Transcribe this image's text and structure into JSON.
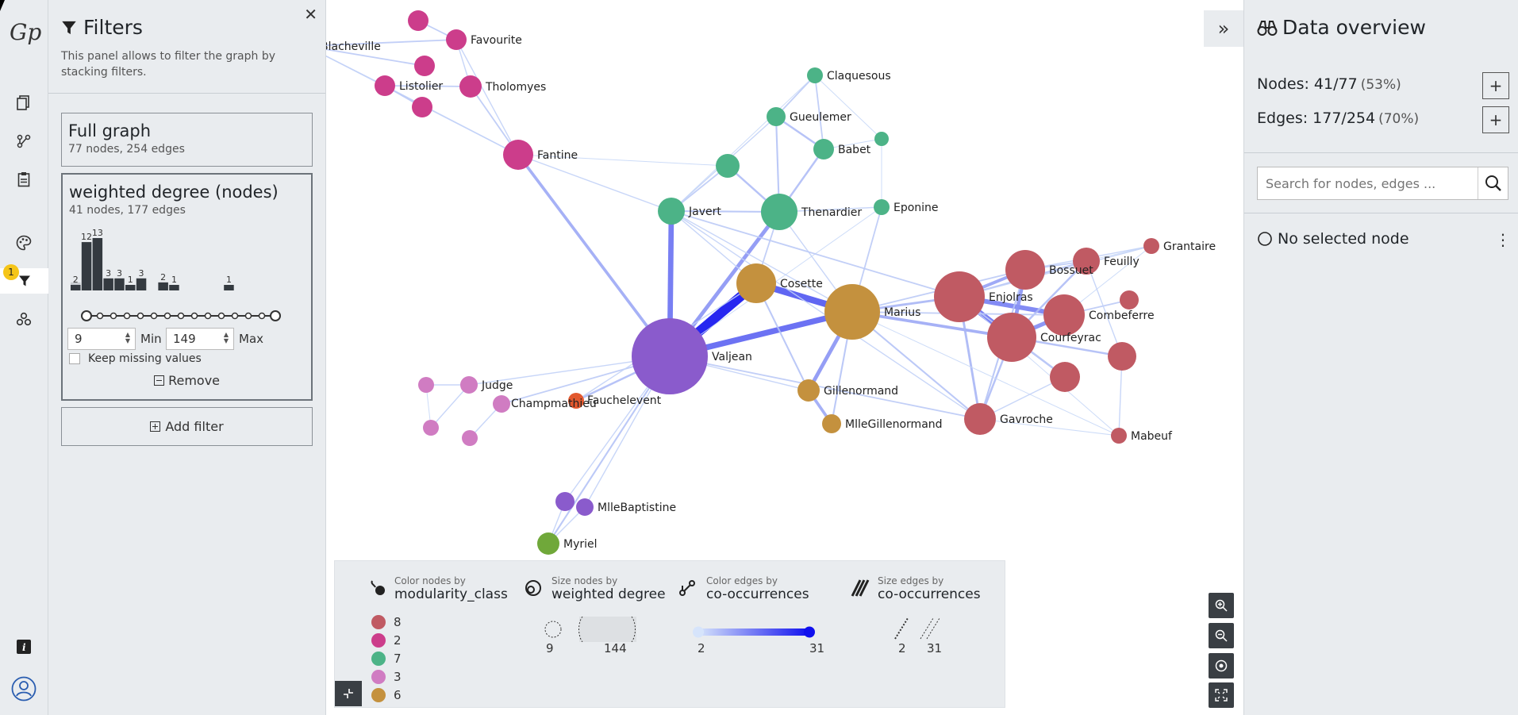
{
  "filters": {
    "title": "Filters",
    "description": "This panel allows to filter the graph by stacking filters.",
    "full_graph": {
      "title": "Full graph",
      "subtitle": "77 nodes, 254 edges"
    },
    "weighted_degree": {
      "title": "weighted degree (nodes)",
      "subtitle": "41 nodes, 177 edges",
      "histogram": [
        {
          "value": 2,
          "label": "2",
          "muted": true
        },
        {
          "value": 12,
          "label": "12"
        },
        {
          "value": 13,
          "label": "13"
        },
        {
          "value": 3,
          "label": "3"
        },
        {
          "value": 3,
          "label": "3"
        },
        {
          "value": 1,
          "label": "1"
        },
        {
          "value": 3,
          "label": "3"
        },
        {
          "value": 0,
          "label": ""
        },
        {
          "value": 2,
          "label": "2"
        },
        {
          "value": 1,
          "label": "1"
        },
        {
          "value": 0,
          "label": ""
        },
        {
          "value": 0,
          "label": ""
        },
        {
          "value": 0,
          "label": ""
        },
        {
          "value": 0,
          "label": ""
        },
        {
          "value": 1,
          "label": "1"
        }
      ],
      "min_value": "9",
      "max_value": "149",
      "min_label": "Min",
      "max_label": "Max",
      "keep_missing": "Keep missing values",
      "remove": "Remove"
    },
    "add_filter": "Add filter"
  },
  "rail": {
    "badge": "1",
    "info": "i"
  },
  "graph": {
    "colors": {
      "8": "#c05a63",
      "2": "#cc3d8b",
      "7": "#4cb387",
      "3": "#d07cc2",
      "6": "#c4913e",
      "5": "#8a5bcc",
      "1": "#70a83a",
      "4": "#e2582e"
    },
    "nodes": [
      {
        "id": "Blacheville",
        "label": "Blacheville",
        "r": 13,
        "cls": "2"
      },
      {
        "id": "Favourite",
        "label": "Favourite",
        "r": 13,
        "cls": "2"
      },
      {
        "id": "p2a",
        "label": "",
        "r": 13,
        "cls": "2"
      },
      {
        "id": "p2b",
        "label": "",
        "r": 13,
        "cls": "2"
      },
      {
        "id": "Listolier",
        "label": "Listolier",
        "r": 13,
        "cls": "2"
      },
      {
        "id": "Tholomyes",
        "label": "Tholomyes",
        "r": 14,
        "cls": "2"
      },
      {
        "id": "p2c",
        "label": "",
        "r": 13,
        "cls": "2"
      },
      {
        "id": "Fantine",
        "label": "Fantine",
        "r": 19,
        "cls": "2"
      },
      {
        "id": "Claquesous",
        "label": "Claquesous",
        "r": 10,
        "cls": "7"
      },
      {
        "id": "Gueulemer",
        "label": "Gueulemer",
        "r": 12,
        "cls": "7"
      },
      {
        "id": "Babet",
        "label": "Babet",
        "r": 13,
        "cls": "7"
      },
      {
        "id": "g7a",
        "label": "",
        "r": 9,
        "cls": "7"
      },
      {
        "id": "g7b",
        "label": "",
        "r": 15,
        "cls": "7"
      },
      {
        "id": "Javert",
        "label": "Javert",
        "r": 17,
        "cls": "7"
      },
      {
        "id": "Thenardier",
        "label": "Thenardier",
        "r": 23,
        "cls": "7"
      },
      {
        "id": "Eponine",
        "label": "Eponine",
        "r": 10,
        "cls": "7"
      },
      {
        "id": "Cosette",
        "label": "Cosette",
        "r": 25,
        "cls": "6"
      },
      {
        "id": "Marius",
        "label": "Marius",
        "r": 35,
        "cls": "6"
      },
      {
        "id": "Gillenormand",
        "label": "Gillenormand",
        "r": 14,
        "cls": "6"
      },
      {
        "id": "MlleGillenormand",
        "label": "MlleGillenormand",
        "r": 12,
        "cls": "6"
      },
      {
        "id": "Valjean",
        "label": "Valjean",
        "r": 48,
        "cls": "5"
      },
      {
        "id": "MlleBaptistine",
        "label": "MlleBaptistine",
        "r": 11,
        "cls": "5"
      },
      {
        "id": "v5a",
        "label": "",
        "r": 12,
        "cls": "5"
      },
      {
        "id": "Myriel",
        "label": "Myriel",
        "r": 14,
        "cls": "1"
      },
      {
        "id": "Judge",
        "label": "Judge",
        "r": 11,
        "cls": "3"
      },
      {
        "id": "Champmathieu",
        "label": "Champmathieu",
        "r": 11,
        "cls": "3"
      },
      {
        "id": "c3a",
        "label": "",
        "r": 10,
        "cls": "3"
      },
      {
        "id": "c3b",
        "label": "",
        "r": 10,
        "cls": "3"
      },
      {
        "id": "c3c",
        "label": "",
        "r": 10,
        "cls": "3"
      },
      {
        "id": "Fauchelevent",
        "label": "Fauchelevent",
        "r": 10,
        "cls": "4"
      },
      {
        "id": "Enjolras",
        "label": "Enjolras",
        "r": 32,
        "cls": "8"
      },
      {
        "id": "Bossuet",
        "label": "Bossuet",
        "r": 25,
        "cls": "8"
      },
      {
        "id": "Feuilly",
        "label": "Feuilly",
        "r": 17,
        "cls": "8"
      },
      {
        "id": "Grantaire",
        "label": "Grantaire",
        "r": 10,
        "cls": "8"
      },
      {
        "id": "Combeferre",
        "label": "Combeferre",
        "r": 26,
        "cls": "8"
      },
      {
        "id": "Courfeyrac",
        "label": "Courfeyrac",
        "r": 31,
        "cls": "8"
      },
      {
        "id": "r8a",
        "label": "",
        "r": 12,
        "cls": "8"
      },
      {
        "id": "r8b",
        "label": "",
        "r": 18,
        "cls": "8"
      },
      {
        "id": "r8c",
        "label": "",
        "r": 19,
        "cls": "8"
      },
      {
        "id": "Gavroche",
        "label": "Gavroche",
        "r": 20,
        "cls": "8"
      },
      {
        "id": "Mabeuf",
        "label": "Mabeuf",
        "r": 10,
        "cls": "8"
      }
    ],
    "edges": [
      [
        "Valjean",
        "Cosette",
        31
      ],
      [
        "Valjean",
        "Marius",
        19
      ],
      [
        "Valjean",
        "Javert",
        17
      ],
      [
        "Cosette",
        "Marius",
        21
      ],
      [
        "Valjean",
        "Fantine",
        9
      ],
      [
        "Valjean",
        "Thenardier",
        12
      ],
      [
        "Marius",
        "Enjolras",
        7
      ],
      [
        "Marius",
        "Courfeyrac",
        9
      ],
      [
        "Enjolras",
        "Courfeyrac",
        17
      ],
      [
        "Enjolras",
        "Combeferre",
        15
      ],
      [
        "Enjolras",
        "Bossuet",
        10
      ],
      [
        "Courfeyrac",
        "Combeferre",
        13
      ],
      [
        "Bossuet",
        "Courfeyrac",
        12
      ],
      [
        "Marius",
        "Gillenormand",
        12
      ],
      [
        "Cosette",
        "Gillenormand",
        5
      ],
      [
        "Gillenormand",
        "MlleGillenormand",
        9
      ],
      [
        "Javert",
        "Thenardier",
        5
      ],
      [
        "Thenardier",
        "g7b",
        6
      ],
      [
        "Thenardier",
        "Babet",
        6
      ],
      [
        "Thenardier",
        "Gueulemer",
        5
      ],
      [
        "Babet",
        "Gueulemer",
        6
      ],
      [
        "Claquesous",
        "Gueulemer",
        4
      ],
      [
        "Claquesous",
        "Babet",
        4
      ],
      [
        "Javert",
        "g7b",
        4
      ],
      [
        "Fantine",
        "Tholomyes",
        4
      ],
      [
        "Fantine",
        "Favourite",
        3
      ],
      [
        "Fantine",
        "Listolier",
        3
      ],
      [
        "Fantine",
        "Blacheville",
        3
      ],
      [
        "Blacheville",
        "Favourite",
        4
      ],
      [
        "Listolier",
        "Tholomyes",
        4
      ],
      [
        "p2a",
        "Favourite",
        4
      ],
      [
        "p2b",
        "Blacheville",
        4
      ],
      [
        "p2c",
        "Listolier",
        4
      ],
      [
        "Valjean",
        "MlleBaptistine",
        3
      ],
      [
        "Valjean",
        "v5a",
        3
      ],
      [
        "Valjean",
        "Myriel",
        5
      ],
      [
        "MlleBaptistine",
        "Myriel",
        3
      ],
      [
        "v5a",
        "Myriel",
        3
      ],
      [
        "Valjean",
        "Fauchelevent",
        6
      ],
      [
        "Valjean",
        "Champmathieu",
        4
      ],
      [
        "Valjean",
        "Judge",
        3
      ],
      [
        "Judge",
        "c3a",
        3
      ],
      [
        "Judge",
        "c3b",
        3
      ],
      [
        "Champmathieu",
        "c3c",
        3
      ],
      [
        "c3a",
        "c3b",
        2
      ],
      [
        "Valjean",
        "Gavroche",
        4
      ],
      [
        "Marius",
        "Gavroche",
        5
      ],
      [
        "Gavroche",
        "Enjolras",
        7
      ],
      [
        "Gavroche",
        "Courfeyrac",
        6
      ],
      [
        "Gavroche",
        "Bossuet",
        5
      ],
      [
        "Feuilly",
        "Courfeyrac",
        6
      ],
      [
        "Grantaire",
        "Bossuet",
        3
      ],
      [
        "r8a",
        "Combeferre",
        4
      ],
      [
        "r8b",
        "Courfeyrac",
        6
      ],
      [
        "r8c",
        "Courfeyrac",
        6
      ],
      [
        "Mabeuf",
        "r8b",
        3
      ],
      [
        "Mabeuf",
        "Enjolras",
        2
      ],
      [
        "Eponine",
        "Marius",
        4
      ],
      [
        "Eponine",
        "Thenardier",
        3
      ],
      [
        "Marius",
        "Thenardier",
        3
      ],
      [
        "Cosette",
        "Thenardier",
        4
      ],
      [
        "Cosette",
        "Javert",
        3
      ],
      [
        "Valjean",
        "Eponine",
        2
      ],
      [
        "Marius",
        "Bossuet",
        4
      ],
      [
        "Fantine",
        "Javert",
        3
      ],
      [
        "Javert",
        "Enjolras",
        4
      ],
      [
        "Javert",
        "Gavroche",
        3
      ],
      [
        "Marius",
        "Combeferre",
        4
      ],
      [
        "Feuilly",
        "Enjolras",
        5
      ],
      [
        "Grantaire",
        "Enjolras",
        3
      ],
      [
        "Tholomyes",
        "Favourite",
        3
      ],
      [
        "Blacheville",
        "Listolier",
        3
      ],
      [
        "Claquesous",
        "g7a",
        2
      ],
      [
        "Babet",
        "g7a",
        2
      ],
      [
        "Eponine",
        "g7a",
        2
      ],
      [
        "Gueulemer",
        "Javert",
        3
      ],
      [
        "Claquesous",
        "Javert",
        2
      ],
      [
        "Fantine",
        "g7b",
        2
      ],
      [
        "Mabeuf",
        "Gavroche",
        2
      ],
      [
        "Mabeuf",
        "Marius",
        2
      ],
      [
        "Feuilly",
        "Bossuet",
        4
      ],
      [
        "Grantaire",
        "Combeferre",
        2
      ],
      [
        "Feuilly",
        "r8b",
        3
      ],
      [
        "r8c",
        "Gavroche",
        3
      ],
      [
        "Enjolras",
        "r8c",
        4
      ],
      [
        "Grantaire",
        "Feuilly",
        2
      ],
      [
        "Marius",
        "Javert",
        3
      ],
      [
        "Cosette",
        "Fauchelevent",
        3
      ],
      [
        "Valjean",
        "Gillenormand",
        3
      ],
      [
        "Marius",
        "MlleGillenormand",
        5
      ]
    ]
  },
  "legend": {
    "color_nodes_small": "Color nodes by",
    "color_nodes_big": "modularity_class",
    "size_nodes_small": "Size nodes by",
    "size_nodes_big": "weighted degree",
    "color_edges_small": "Color edges by",
    "color_edges_big": "co-occurrences",
    "size_edges_small": "Size edges by",
    "size_edges_big": "co-occurrences",
    "classes": [
      {
        "label": "8",
        "color": "#c05a63"
      },
      {
        "label": "2",
        "color": "#cc3d8b"
      },
      {
        "label": "7",
        "color": "#4cb387"
      },
      {
        "label": "3",
        "color": "#d07cc2"
      },
      {
        "label": "6",
        "color": "#c4913e"
      }
    ],
    "node_size_min": "9",
    "node_size_max": "144",
    "edge_color_min": "2",
    "edge_color_max": "31",
    "edge_size_min": "2",
    "edge_size_max": "31"
  },
  "overview": {
    "title": "Data overview",
    "nodes_label": "Nodes: 41/77",
    "nodes_pct": "(53%)",
    "edges_label": "Edges: 177/254",
    "edges_pct": "(70%)",
    "search_placeholder": "Search for nodes, edges ...",
    "no_selected": "No selected node"
  }
}
